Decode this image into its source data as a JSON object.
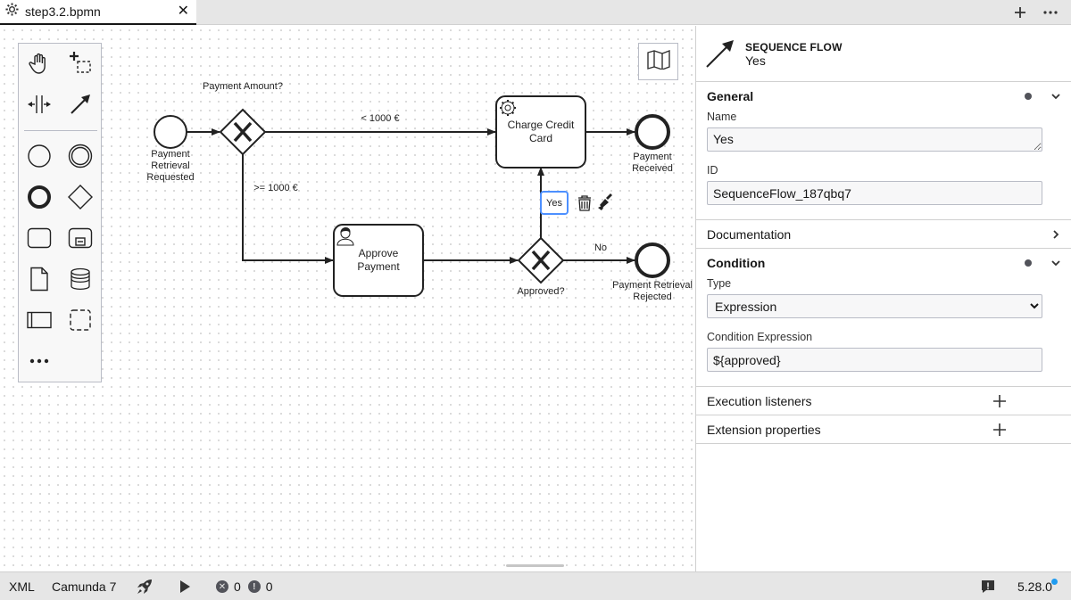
{
  "tab": {
    "filename": "step3.2.bpmn"
  },
  "diagram": {
    "start_event_label_1": "Payment",
    "start_event_label_2": "Retrieval",
    "start_event_label_3": "Requested",
    "gateway1_label": "Payment Amount?",
    "flow_lt_label": "< 1000 €",
    "flow_ge_label": ">= 1000 €",
    "task_charge_line1": "Charge Credit",
    "task_charge_line2": "Card",
    "task_approve_line1": "Approve",
    "task_approve_line2": "Payment",
    "gateway2_label": "Approved?",
    "flow_yes_label": "Yes",
    "flow_no_label": "No",
    "end_received_line1": "Payment",
    "end_received_line2": "Received",
    "end_rejected_line1": "Payment Retrieval",
    "end_rejected_line2": "Rejected"
  },
  "panel": {
    "element_type": "SEQUENCE FLOW",
    "element_name": "Yes",
    "general": {
      "title": "General",
      "name_label": "Name",
      "name_value": "Yes",
      "id_label": "ID",
      "id_value": "SequenceFlow_187qbq7"
    },
    "documentation": {
      "title": "Documentation"
    },
    "condition": {
      "title": "Condition",
      "type_label": "Type",
      "type_value": "Expression",
      "expression_label": "Condition Expression",
      "expression_value": "${approved}"
    },
    "execution_listeners": {
      "title": "Execution listeners"
    },
    "extension_properties": {
      "title": "Extension properties"
    }
  },
  "statusbar": {
    "xml": "XML",
    "engine": "Camunda 7",
    "errors": "0",
    "warnings": "0",
    "version": "5.28.0"
  }
}
